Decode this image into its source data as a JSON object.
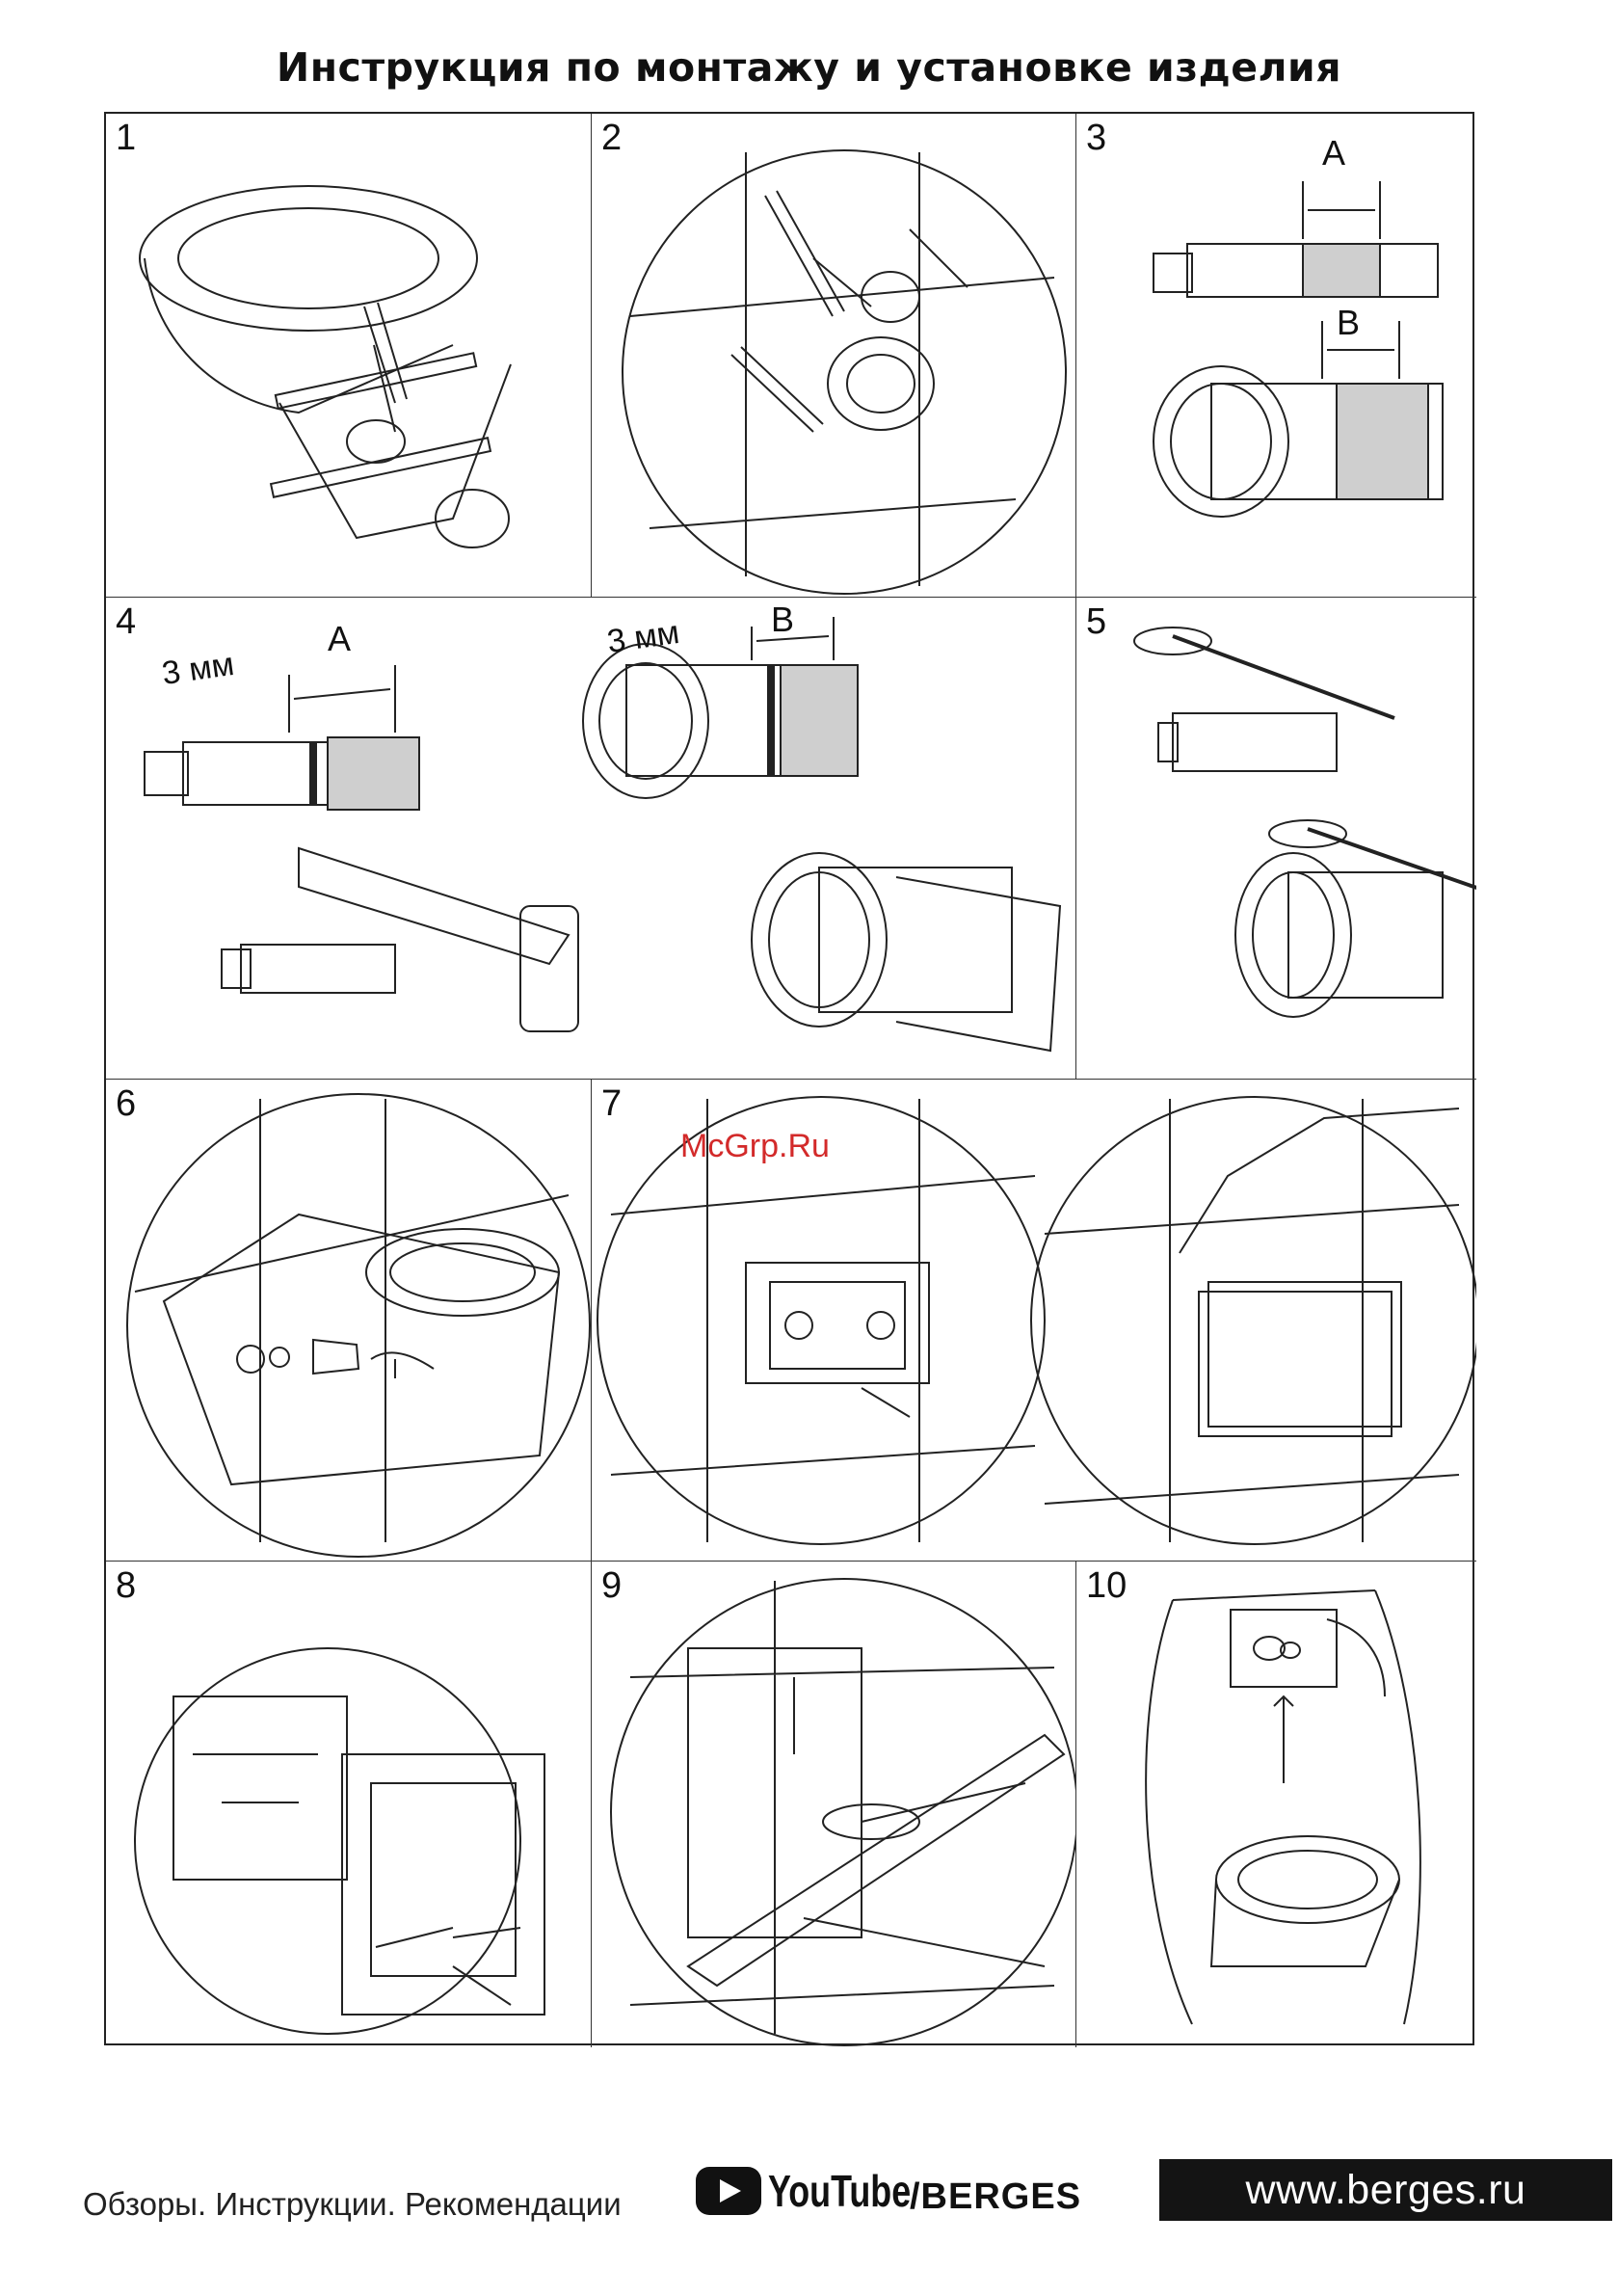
{
  "header": {
    "title": "Инструкция по монтажу и установке изделия"
  },
  "steps": [
    {
      "number": "1"
    },
    {
      "number": "2"
    },
    {
      "number": "3",
      "labels": [
        "A",
        "B"
      ]
    },
    {
      "number": "4",
      "labels": [
        "3 мм",
        "A",
        "3 мм",
        "B"
      ]
    },
    {
      "number": "5"
    },
    {
      "number": "6"
    },
    {
      "number": "7"
    },
    {
      "number": "8"
    },
    {
      "number": "9"
    },
    {
      "number": "10"
    }
  ],
  "watermark": "McGrp.Ru",
  "footer": {
    "tagline": "Обзоры. Инструкции. Рекомендации",
    "youtube_word": "YouTube",
    "youtube_channel": "/BERGES",
    "website": "www.berges.ru"
  },
  "icons": {
    "youtube": "youtube-play-icon"
  },
  "colors": {
    "watermark": "#d32a2a",
    "website_bg": "#141414"
  }
}
